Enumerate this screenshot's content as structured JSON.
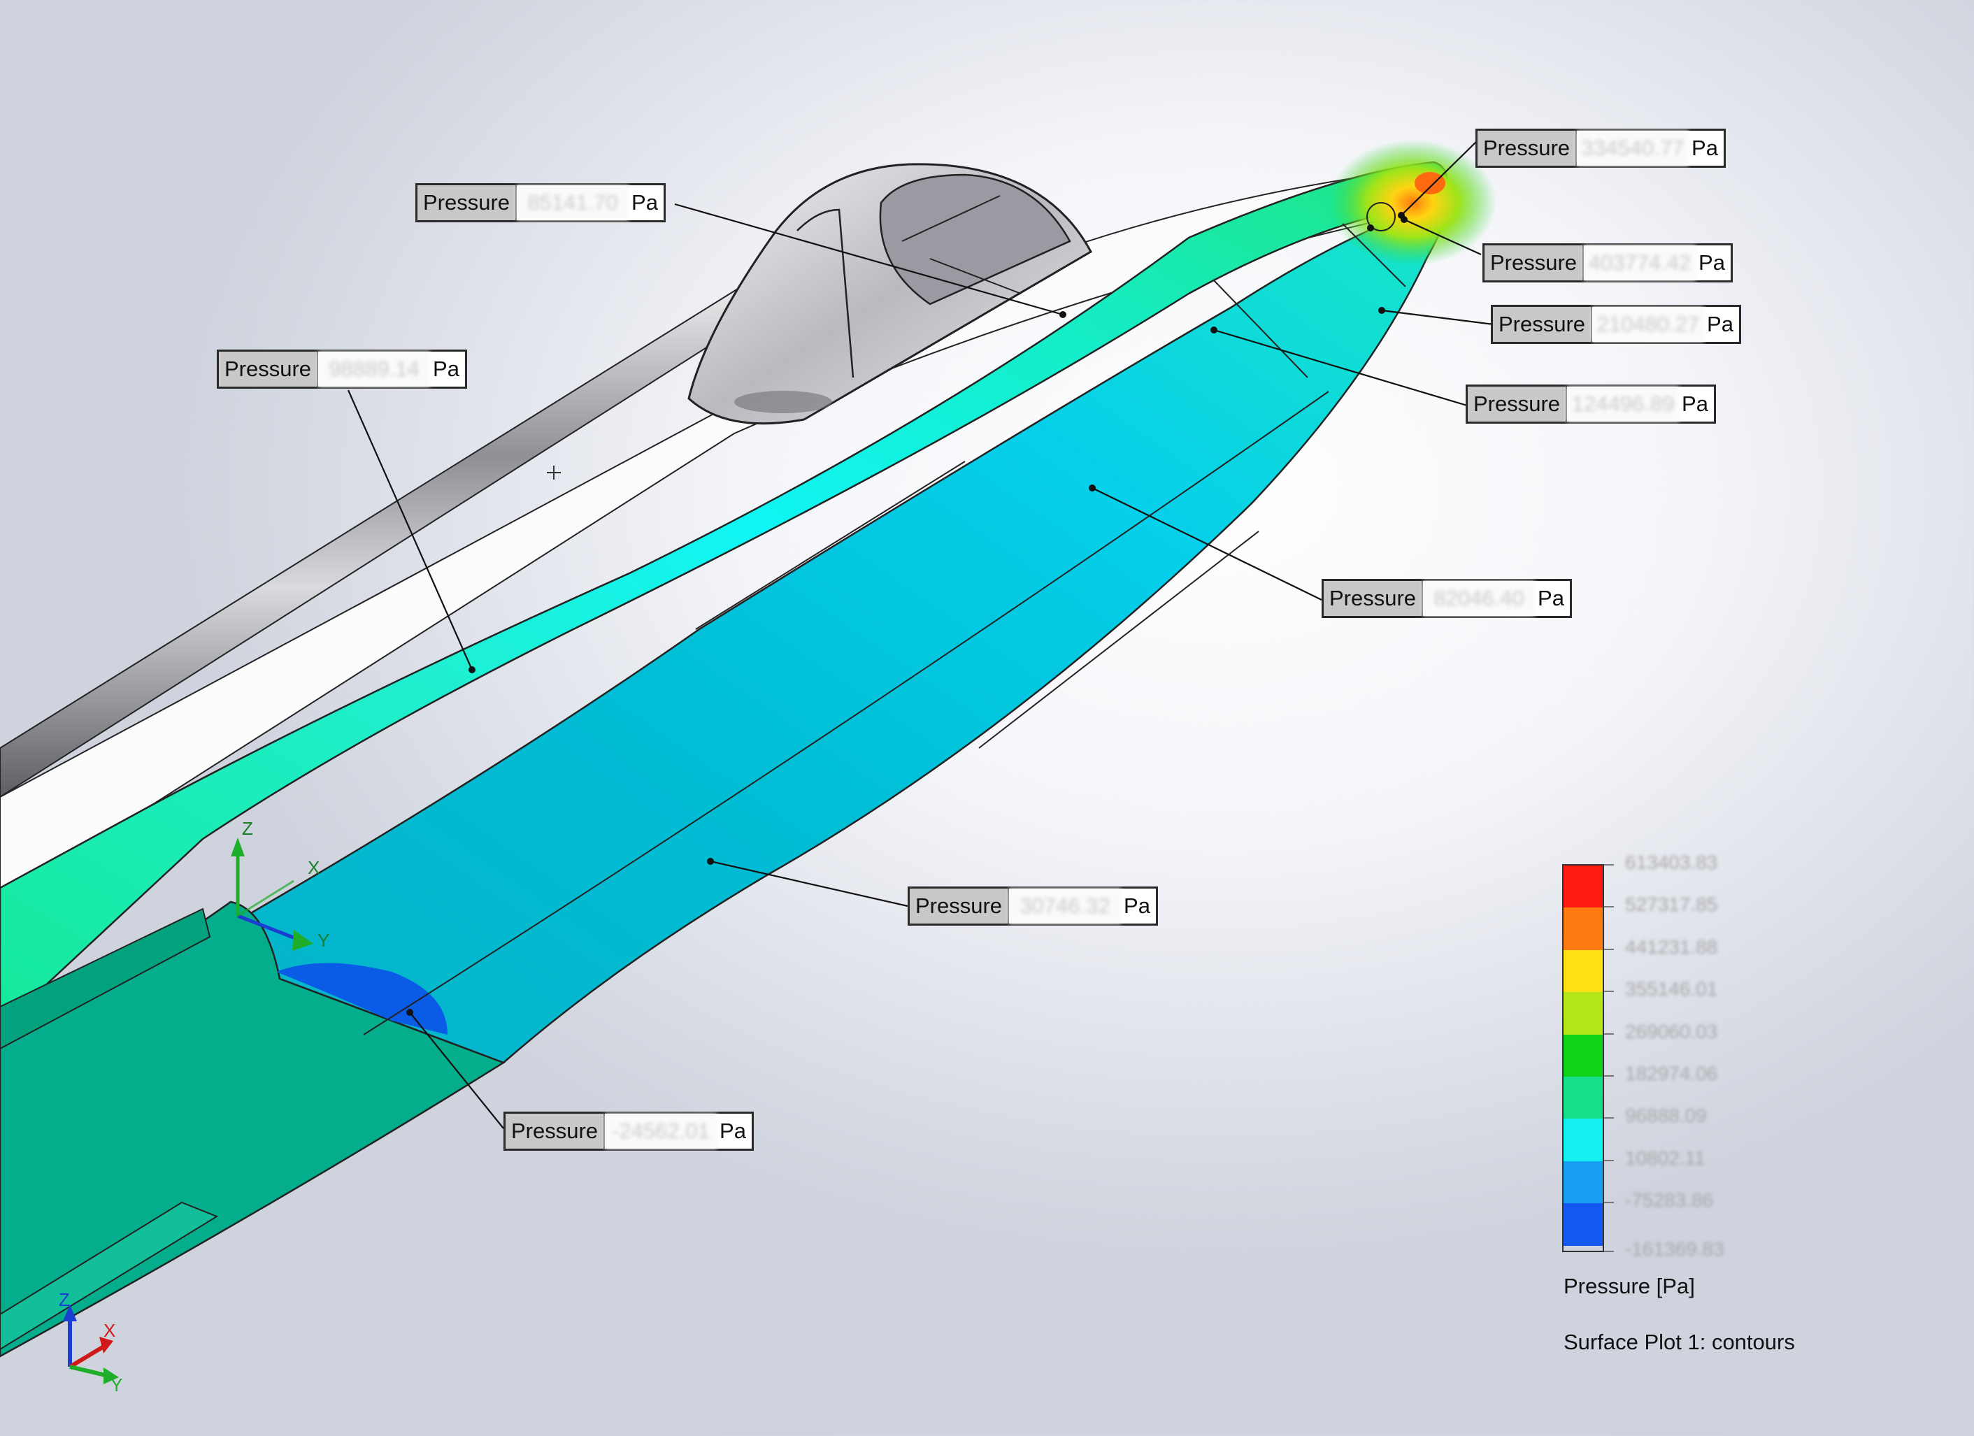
{
  "callouts": [
    {
      "label": "Pressure",
      "value": "85141.70",
      "unit": "Pa"
    },
    {
      "label": "Pressure",
      "value": "98889.14",
      "unit": "Pa"
    },
    {
      "label": "Pressure",
      "value": "334540.77",
      "unit": "Pa"
    },
    {
      "label": "Pressure",
      "value": "403774.42",
      "unit": "Pa"
    },
    {
      "label": "Pressure",
      "value": "210480.27",
      "unit": "Pa"
    },
    {
      "label": "Pressure",
      "value": "124496.89",
      "unit": "Pa"
    },
    {
      "label": "Pressure",
      "value": "82046.40",
      "unit": "Pa"
    },
    {
      "label": "Pressure",
      "value": "30746.32",
      "unit": "Pa"
    },
    {
      "label": "Pressure",
      "value": "-24562.01",
      "unit": "Pa"
    }
  ],
  "legend": {
    "title": "Pressure [Pa]",
    "plot_name": "Surface Plot 1: contours",
    "ticks": [
      "613403.83",
      "527317.85",
      "441231.88",
      "355146.01",
      "269060.03",
      "182974.06",
      "96888.09",
      "10802.11",
      "-75283.86",
      "-161369.83"
    ],
    "colors": [
      "#ff1a12",
      "#ff7a10",
      "#ffe012",
      "#b4e61a",
      "#12d41a",
      "#14e08a",
      "#12f0f2",
      "#18a0f2",
      "#1458f2",
      "#0a14f0"
    ]
  },
  "axis_triads": [
    {
      "x": "X",
      "y": "Y",
      "z": "Z"
    },
    {
      "x": "X",
      "y": "Y",
      "z": "Z"
    }
  ]
}
